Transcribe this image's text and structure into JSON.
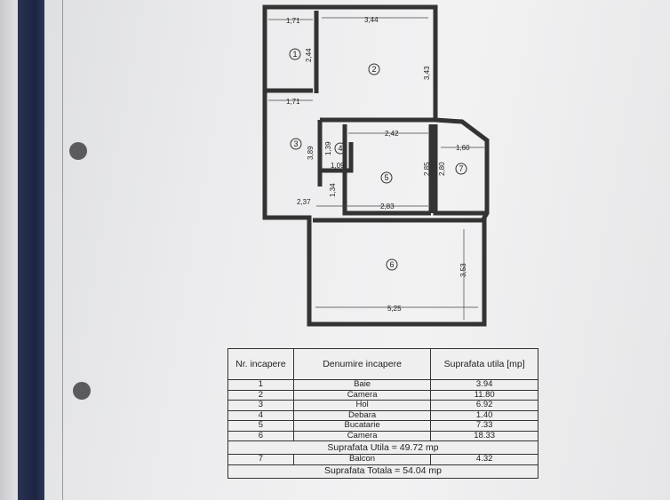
{
  "plan": {
    "rooms": [
      "1",
      "2",
      "3",
      "4",
      "5",
      "6",
      "7"
    ],
    "dimensions": {
      "r1_w": "1,71",
      "r1_h": "2,44",
      "r2_w": "3,44",
      "r2_h": "3,43",
      "hall_w": "1,71",
      "hall_h": "3,89",
      "r4_h": "1,39",
      "r4_w": "1,09",
      "r5_w": "2,42",
      "r5_h": "2,85",
      "r5_b": "2,83",
      "r5_side": "1,34",
      "hall_b": "2,37",
      "r7_w": "1,60",
      "r7_h": "2,80",
      "r6_w": "5,25",
      "r6_h": "3,53"
    }
  },
  "table": {
    "headers": [
      "Nr. incapere",
      "Denumire incapere",
      "Suprafata utila [mp]"
    ],
    "rows": [
      {
        "nr": "1",
        "name": "Baie",
        "area": "3.94"
      },
      {
        "nr": "2",
        "name": "Camera",
        "area": "11.80"
      },
      {
        "nr": "3",
        "name": "Hol",
        "area": "6.92"
      },
      {
        "nr": "4",
        "name": "Debara",
        "area": "1.40"
      },
      {
        "nr": "5",
        "name": "Bucatarie",
        "area": "7.33"
      },
      {
        "nr": "6",
        "name": "Camera",
        "area": "18.33"
      }
    ],
    "useful_total": "Suprafata Utila = 49.72 mp",
    "balcony": {
      "nr": "7",
      "name": "Balcon",
      "area": "4.32"
    },
    "grand_total": "Suprafata Totala = 54.04 mp"
  }
}
